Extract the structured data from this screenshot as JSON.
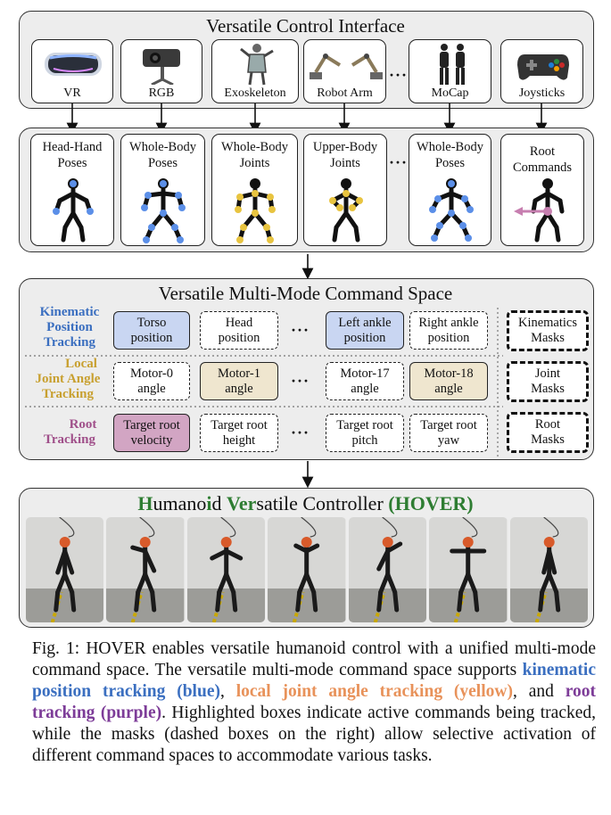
{
  "interface_panel": {
    "title": "Versatile Control Interface",
    "devices": [
      {
        "label": "VR",
        "icon": "vr-headset-icon"
      },
      {
        "label": "RGB",
        "icon": "rgb-camera-icon"
      },
      {
        "label": "Exoskeleton",
        "icon": "exoskeleton-icon"
      },
      {
        "label": "Robot Arm",
        "icon": "robot-arm-icon"
      },
      {
        "label": "MoCap",
        "icon": "mocap-suit-icon"
      },
      {
        "label": "Joysticks",
        "icon": "gamepad-icon"
      }
    ],
    "ellipsis": "···"
  },
  "command_cards": [
    {
      "line1": "Head-Hand",
      "line2": "Poses"
    },
    {
      "line1": "Whole-Body",
      "line2": "Poses"
    },
    {
      "line1": "Whole-Body",
      "line2": "Joints"
    },
    {
      "line1": "Upper-Body",
      "line2": "Joints"
    },
    {
      "line1": "Whole-Body",
      "line2": "Poses"
    },
    {
      "line1": "Root",
      "line2": "Commands"
    }
  ],
  "command_space": {
    "title": "Versatile Multi-Mode Command Space",
    "ellipsis": "···",
    "rows": [
      {
        "label_lines": [
          "Kinematic",
          "Position",
          "Tracking"
        ],
        "color": "#3b6fc0",
        "active_fill": "#c9d6f2",
        "cells": [
          "Torso position",
          "Head position",
          "Left ankle position",
          "Right ankle position"
        ],
        "active": [
          true,
          false,
          true,
          false
        ],
        "mask": "Kinematics Masks"
      },
      {
        "label_lines": [
          "Local",
          "Joint Angle",
          "Tracking"
        ],
        "color": "#c8a030",
        "active_fill": "#efe6cf",
        "cells": [
          "Motor-0 angle",
          "Motor-1 angle",
          "Motor-17 angle",
          "Motor-18 angle"
        ],
        "active": [
          false,
          true,
          false,
          true
        ],
        "mask": "Joint Masks"
      },
      {
        "label_lines": [
          "Root",
          "Tracking"
        ],
        "color": "#a0508a",
        "active_fill": "#d2a5c3",
        "cells": [
          "Target root velocity",
          "Target root height",
          "Target root pitch",
          "Target root yaw"
        ],
        "active": [
          true,
          false,
          false,
          false
        ],
        "mask": "Root Masks"
      }
    ]
  },
  "controller": {
    "title_parts": [
      {
        "text": "H",
        "green": true
      },
      {
        "text": "umano",
        "green": false
      },
      {
        "text": "i",
        "green": true
      },
      {
        "text": "d ",
        "green": false
      },
      {
        "text": "Ver",
        "green": true
      },
      {
        "text": "satile Controller ",
        "green": false
      },
      {
        "text": "(HOVER)",
        "green": true
      }
    ],
    "green": "#2e7d32",
    "photo_count": 7
  },
  "caption": {
    "prefix": "Fig. 1: HOVER enables versatile humanoid control with a unified multi-mode command space. The versatile multi-mode command space supports ",
    "blue": "kinematic position tracking (blue)",
    "sep1": ", ",
    "orange": "local joint angle tracking (yellow)",
    "sep2": ", and ",
    "purple": "root tracking (purple)",
    "suffix": ". Highlighted boxes indicate active commands being tracked, while the masks (dashed boxes on the right) allow selective activation of different command spaces to accommodate various tasks."
  }
}
